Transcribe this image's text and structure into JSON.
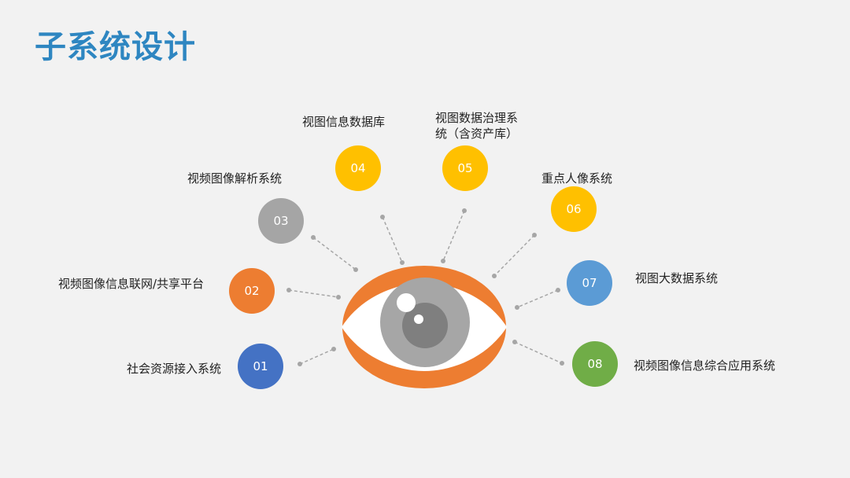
{
  "title": "子系统设计",
  "colors": {
    "title": "#2e86c1",
    "eye_outer": "#ed7d31",
    "eye_white": "#ffffff",
    "iris": "#a6a6a6",
    "pupil": "#7f7f7f",
    "connector": "#a6a6a6"
  },
  "central_graphic": "eye-icon",
  "items": [
    {
      "number": "01",
      "label": "社会资源接入系统",
      "color": "#4472c4"
    },
    {
      "number": "02",
      "label": "视频图像信息联网/共享平台",
      "color": "#ed7d31"
    },
    {
      "number": "03",
      "label": "视频图像解析系统",
      "color": "#a5a5a5"
    },
    {
      "number": "04",
      "label": "视图信息数据库",
      "color": "#ffc000"
    },
    {
      "number": "05",
      "label_lines": [
        "视图数据治理系",
        "统（含资产库）"
      ],
      "color": "#ffc000"
    },
    {
      "number": "06",
      "label": "重点人像系统",
      "color": "#ffc000"
    },
    {
      "number": "07",
      "label": "视图大数据系统",
      "color": "#5b9bd5"
    },
    {
      "number": "08",
      "label": "视频图像信息综合应用系统",
      "color": "#70ad47"
    }
  ]
}
